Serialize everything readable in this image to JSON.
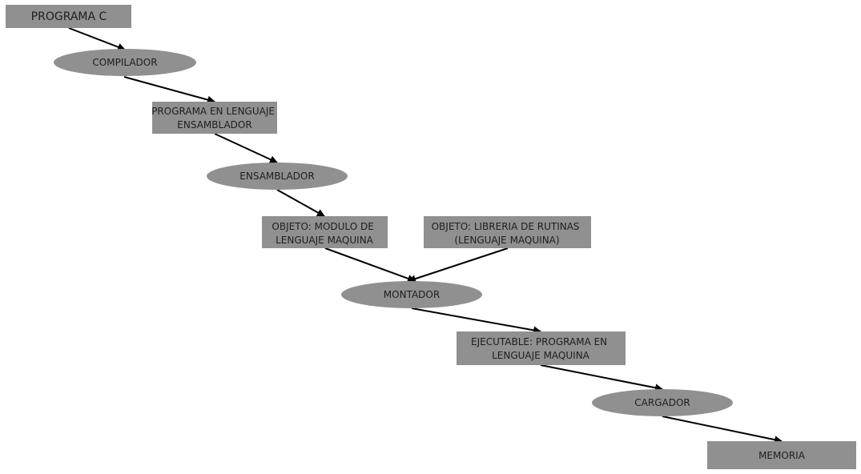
{
  "colors": {
    "node_fill": "#909090",
    "text": "#1e1e1e",
    "edge": "#000000"
  },
  "nodes": {
    "programa_c": {
      "lines": [
        "PROGRAMA C"
      ]
    },
    "compilador": {
      "lines": [
        "COMPILADOR"
      ]
    },
    "programa_ensamblador": {
      "lines": [
        "PROGRAMA EN LENGUAJE",
        "ENSAMBLADOR"
      ]
    },
    "ensamblador": {
      "lines": [
        "ENSAMBLADOR"
      ]
    },
    "objeto_modulo": {
      "lines": [
        "OBJETO: MODULO DE",
        "LENGUAJE MAQUINA"
      ]
    },
    "objeto_libreria": {
      "lines": [
        "OBJETO: LIBRERIA DE RUTINAS",
        "(LENGUAJE MAQUINA)"
      ]
    },
    "montador": {
      "lines": [
        "MONTADOR"
      ]
    },
    "ejecutable": {
      "lines": [
        "EJECUTABLE: PROGRAMA EN",
        "LENGUAJE MAQUINA"
      ]
    },
    "cargador": {
      "lines": [
        "CARGADOR"
      ]
    },
    "memoria": {
      "lines": [
        "MEMORIA"
      ]
    }
  },
  "edges": [
    {
      "from": "programa_c",
      "to": "compilador"
    },
    {
      "from": "compilador",
      "to": "programa_ensamblador"
    },
    {
      "from": "programa_ensamblador",
      "to": "ensamblador"
    },
    {
      "from": "ensamblador",
      "to": "objeto_modulo"
    },
    {
      "from": "objeto_modulo",
      "to": "montador"
    },
    {
      "from": "objeto_libreria",
      "to": "montador"
    },
    {
      "from": "montador",
      "to": "ejecutable"
    },
    {
      "from": "ejecutable",
      "to": "cargador"
    },
    {
      "from": "cargador",
      "to": "memoria"
    }
  ]
}
